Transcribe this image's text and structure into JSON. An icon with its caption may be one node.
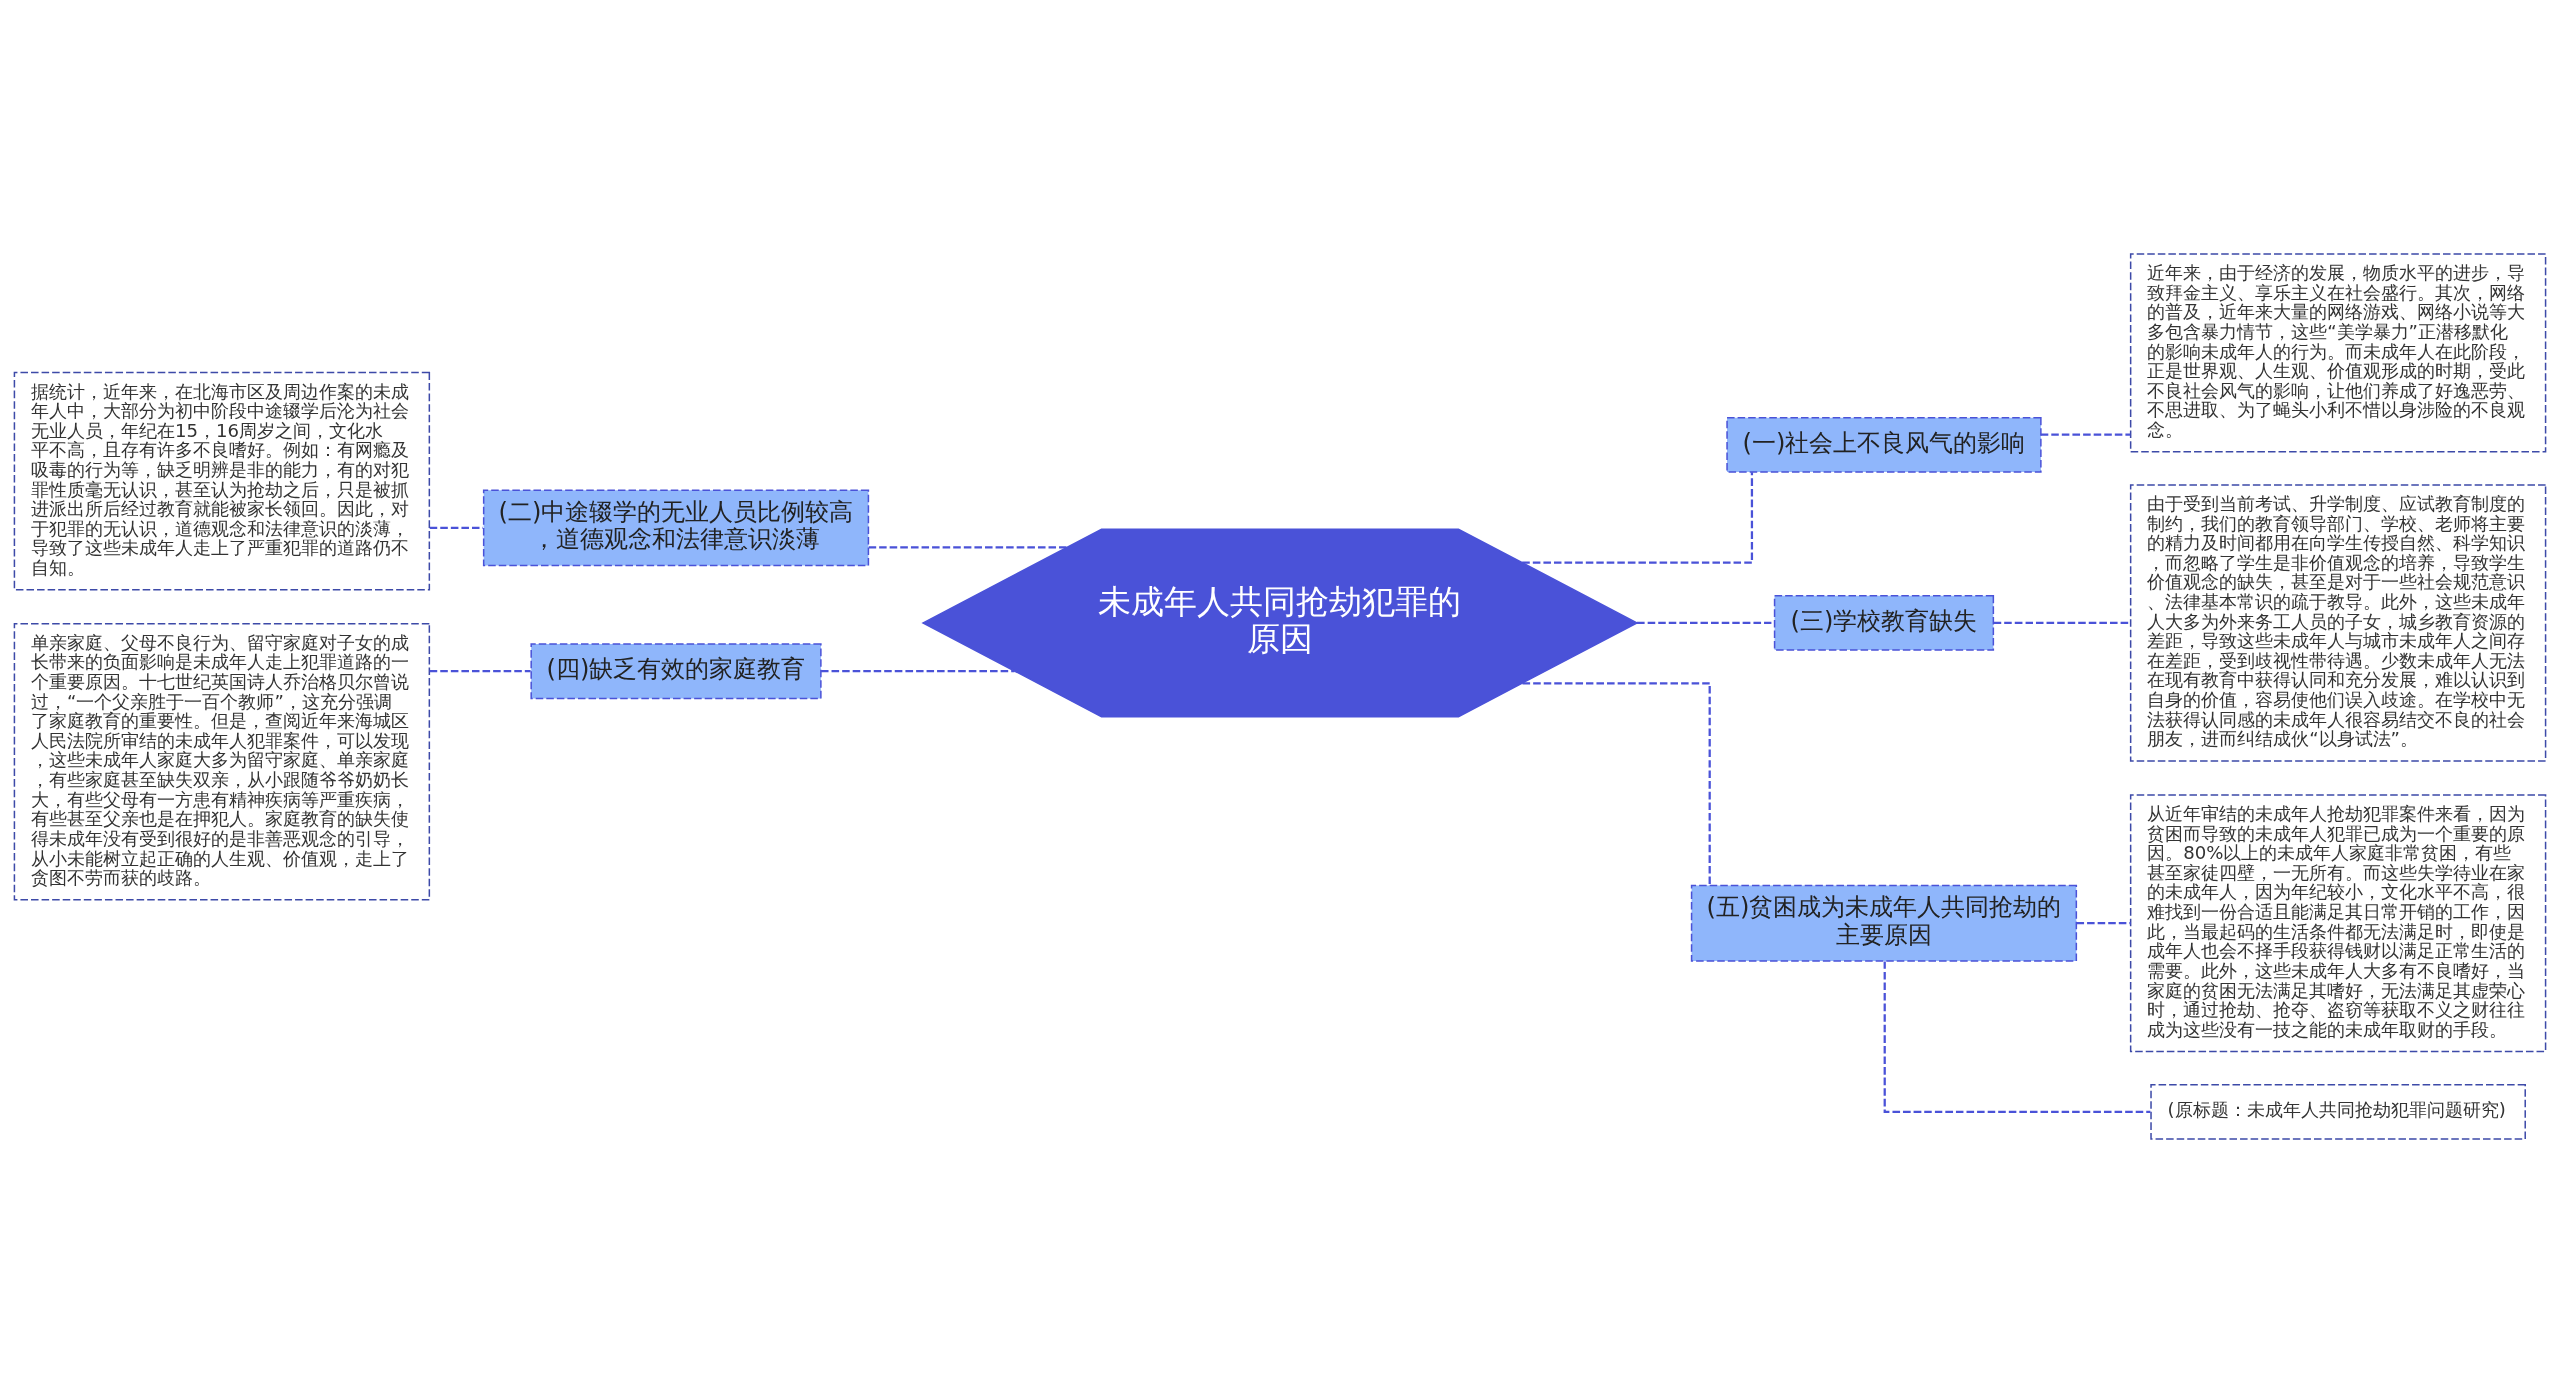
{
  "diagram": {
    "nodes": [
      {
        "text": [
          "未成年人共同抢劫犯罪的原因"
        ]
      },
      {
        "text": [
          "(一)社会上不良风气的影响"
        ]
      },
      {
        "text": [
          "近年来，由于经济的发展，物质水平的进步，导致拜金主义、享乐主义在社会盛行。其次，网络的普及，近年来大量的网络游戏、网络小说等大多包含暴力情节，这些“美学暴力”正潜移默化的影响未成年人的行为。而未成年人在此阶段，正是世界观、人生观、价值观形成的时期，受此不良社会风气的影响，让他们养成了好逸恶劳、不思进取、为了蝇头小利不惜以身涉险的不良观念。"
        ]
      },
      {
        "text": [
          "(二)中途辍学的无业人员比例较高，道德观念和法律意识淡薄"
        ]
      },
      {
        "text": [
          "据统计，近年来，在北海市区及周边作案的未成年人中，大部分为初中阶段中途辍学后沦为社会无业人员，年纪在15，16周岁之间，文化水平不高，且存有许多不良嗜好。例如：有网瘾及吸毒的行为等，缺乏明辨是非的能力，有的对犯罪性质毫无认识，甚至认为抢劫之后，只是被抓进派出所后经过教育就能被家长领回。因此，对于犯罪的无认识，道德观念和法律意识的淡薄，导致了这些未成年人走上了严重犯罪的道路仍不自知。"
        ]
      },
      {
        "text": [
          "(三)学校教育缺失"
        ]
      },
      {
        "text": [
          "由于受到当前考试、升学制度、应试教育制度的制约，我们的教育领导部门、学校、老师将主要的精力及时间都用在向学生传授自然、科学知识，而忽略了学生是非价值观念的培养，导致学生价值观念的缺失，甚至是对于一些社会规范意识、法律基本常识的疏于教导。此外，这些未成年人大多为外来务工人员的子女，城乡教育资源的差距，导致这些未成年人与城市未成年人之间存在差距，受到歧视性带待遇。少数未成年人无法在现有教育中获得认同和充分发展，难以认识到自身的价值，容易使他们误入歧途。在学校中无法获得认同感的未成年人很容易结交不良的社会朋友，进而纠结成伙“以身试法”。"
        ]
      },
      {
        "text": [
          "(四)缺乏有效的家庭教育"
        ]
      },
      {
        "text": [
          "单亲家庭、父母不良行为、留守家庭对子女的成长带来的负面影响是未成年人走上犯罪道路的一个重要原因。十七世纪英国诗人乔治格贝尔曾说过，“一个父亲胜于一百个教师”，这充分强调了家庭教育的重要性。但是，查阅近年来海城区人民法院所审结的未成年人犯罪案件，可以发现，这些未成年人家庭大多为留守家庭、单亲家庭，有些家庭甚至缺失双亲，从小跟随爷爷奶奶长大，有些父母有一方患有精神疾病等严重疾病，有些甚至父亲也是在押犯人。家庭教育的缺失使得未成年没有受到很好的是非善恶观念的引导，从小未能树立起正确的人生观、价值观，走上了贪图不劳而获的歧路。"
        ]
      },
      {
        "text": [
          "(五)贫困成为未成年人共同抢劫的主要原因"
        ]
      },
      {
        "text": [
          "从近年审结的未成年人抢劫犯罪案件来看，因为贫困而导致的未成年人犯罪已成为一个重要的原因。80%以上的未成年人家庭非常贫困，有些甚至家徒四壁，一无所有。而这些失学待业在家的未成年人，因为年纪较小，文化水平不高，很难找到一份合适且能满足其日常开销的工作，因此，当最起码的生活条件都无法满足时，即使是成年人也会不择手段获得钱财以满足正常生活的需要。此外，这些未成年人大多有不良嗜好，当家庭的贫困无法满足其嗜好，无法满足其虚荣心时，通过抢劫、抢夺、盗窃等获取不义之财往往成为这些没有一技之能的未成年取财的手段。"
        ]
      },
      {
        "text": [
          "(原标题：未成年人共同抢劫犯罪问题研究)"
        ]
      }
    ],
    "edges": [
      {
        "from": 0,
        "to": 1,
        "arrow": "none",
        "style": "dashed"
      },
      {
        "from": 1,
        "to": 2,
        "arrow": "none",
        "style": "dashed"
      },
      {
        "from": 0,
        "to": 3,
        "arrow": "none",
        "style": "dashed"
      },
      {
        "from": 3,
        "to": 4,
        "arrow": "none",
        "style": "dashed"
      },
      {
        "from": 0,
        "to": 5,
        "arrow": "none",
        "style": "dashed"
      },
      {
        "from": 5,
        "to": 6,
        "arrow": "none",
        "style": "dashed"
      },
      {
        "from": 0,
        "to": 7,
        "arrow": "none",
        "style": "dashed"
      },
      {
        "from": 7,
        "to": 8,
        "arrow": "none",
        "style": "dashed"
      },
      {
        "from": 0,
        "to": 9,
        "arrow": "none",
        "style": "dashed"
      },
      {
        "from": 9,
        "to": 10,
        "arrow": "none",
        "style": "dashed"
      },
      {
        "from": 9,
        "to": 11,
        "arrow": "none",
        "style": "dashed"
      }
    ]
  }
}
